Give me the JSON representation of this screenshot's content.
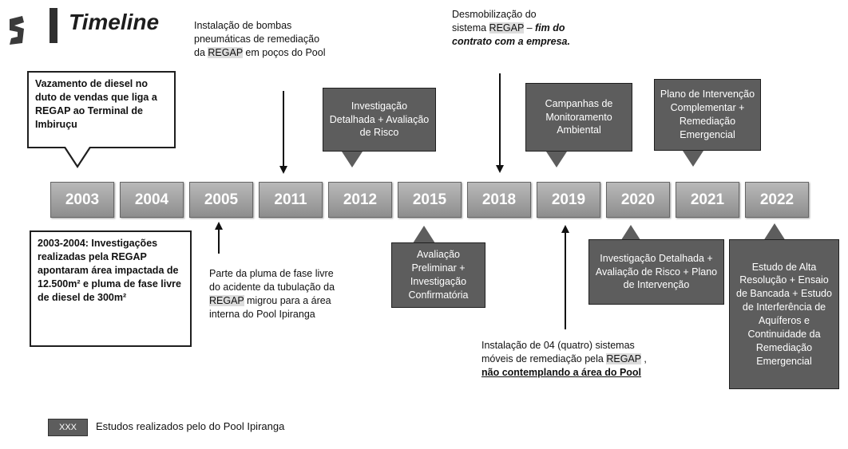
{
  "header": {
    "title": "Timeline"
  },
  "years": [
    "2003",
    "2004",
    "2005",
    "2011",
    "2012",
    "2015",
    "2018",
    "2019",
    "2020",
    "2021",
    "2022"
  ],
  "callouts": {
    "c2003_top": "Vazamento de diesel no duto de vendas que liga a REGAP ao Terminal de Imbiruçu",
    "c2012_top": "Investigação Detalhada + Avaliação de Risco",
    "c2019_top": "Campanhas de Monitoramento Ambiental",
    "c2021_top": "Plano de Intervenção Complementar + Remediação Emergencial",
    "c2003_bottom": "2003-2004: Investigações realizadas pela REGAP apontaram área impactada de 12.500m² e pluma de fase livre de diesel de 300m²",
    "c2015_bottom": "Avaliação Preliminar + Investigação Confirmatória",
    "c2020_bottom": "Investigação Detalhada + Avaliação de Risco + Plano de Intervenção",
    "c2022_bottom": "Estudo de Alta Resolução + Ensaio de Bancada + Estudo de Interferência de Aquíferos e Continuidade da Remediação Emergencial"
  },
  "notes": {
    "n2011": {
      "before": "Instalação de bombas pneumáticas de remediação da ",
      "hl": "REGAP",
      "after": " em poços do Pool"
    },
    "n2018": {
      "before": "Desmobilização do sistema ",
      "hl": "REGAP",
      "dash": " – ",
      "em": "fim do contrato com a empresa."
    },
    "n2005": {
      "before": "Parte da pluma de fase livre do acidente da tubulação da ",
      "hl": "REGAP",
      "after": " migrou para a área interna do Pool Ipiranga"
    },
    "n2019": {
      "before": "Instalação de 04 (quatro) sistemas móveis de remediação pela ",
      "hl": "REGAP",
      "mid": " , ",
      "strong": "não contemplando a área do Pool"
    }
  },
  "legend": {
    "box": "XXX",
    "text": "Estudos realizados pelo  do Pool Ipiranga"
  }
}
